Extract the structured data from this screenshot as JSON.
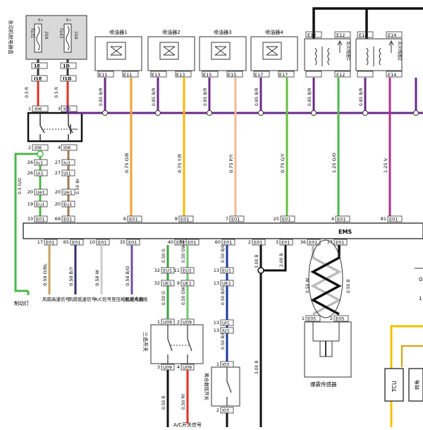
{
  "fuse_box": {
    "label": "发动机舱电器盒",
    "fuses": [
      {
        "top": "B+",
        "name": "Fa31",
        "rating": "20A"
      },
      {
        "top": "B+",
        "name": "Fa43",
        "rating": "10A"
      }
    ]
  },
  "fuse_wires": [
    {
      "top_conn": "1E",
      "conn": "I1E",
      "wire": "0.5 R",
      "color": "#e03020"
    },
    {
      "top_conn": "1D",
      "conn": "I1D",
      "wire": "0.5 R",
      "color": "#e03020"
    }
  ],
  "relay": {
    "top_pins": [
      "I06",
      "I06"
    ],
    "bottom_pins": [
      "I06",
      "I06"
    ],
    "top_nums": [
      "1",
      "3"
    ],
    "bottom_nums": [
      "2",
      "4"
    ]
  },
  "injectors": [
    {
      "label": "喷油器1",
      "pin_a": "E11",
      "pin_b": "E11",
      "wire": "0.75 O/B",
      "wire_color": "#f0a030",
      "ems_pin": "6",
      "ems_conn": "E01"
    },
    {
      "label": "喷油器2",
      "pin_a": "E13",
      "pin_b": "E13",
      "wire": "0.75 Y/R",
      "wire_color": "#f5b800",
      "ems_pin": "8",
      "ems_conn": "E01"
    },
    {
      "label": "喷油器3",
      "pin_a": "E15",
      "pin_b": "E15",
      "wire": "0.75 P/Y",
      "wire_color": "#f3b890",
      "ems_pin": "7",
      "ems_conn": "E01"
    },
    {
      "label": "喷油器4",
      "pin_a": "E17",
      "pin_b": "E17",
      "wire": "0.75 G/Y",
      "wire_color": "#66c040",
      "ems_pin": "25",
      "ems_conn": "E01"
    }
  ],
  "ignition_coils": [
    {
      "label": "点火线圈1",
      "pins": [
        "E12",
        "E12",
        "E12"
      ],
      "wire": "1.25 G/O",
      "wire_color": "#4cb848",
      "ems_pin": "4",
      "ems_conn": "E01"
    },
    {
      "label": "点火线圈2",
      "pins": [
        "E14",
        "E14",
        "E14"
      ],
      "wire": "1.25 V",
      "wire_color": "#b0308a",
      "ems_pin": "81",
      "ems_conn": "E01"
    }
  ],
  "bus_wire": "0.85 B/R",
  "left_chain": [
    {
      "pin": "26",
      "conn": "Iu1",
      "pin2": "27",
      "conn2": "Iu1"
    },
    {
      "pin": "26",
      "conn": "Ui1",
      "pin2": "27",
      "conn2": "Ui1"
    },
    {
      "pin": "20",
      "conn": "Ue1",
      "pin2": "20",
      "conn2": "Ue1"
    },
    {
      "pin": "19",
      "conn": "Eu1",
      "pin2": "20",
      "conn2": "Eu1"
    }
  ],
  "left_wires": {
    "a": "0.5 G/O",
    "b": "0.50 Br"
  },
  "left_ems": [
    {
      "pin": "33",
      "conn": "E01"
    },
    {
      "pin": "69",
      "conn": "E01"
    }
  ],
  "brake_lamp": "制动灯",
  "ems_label": "EMS",
  "bottom_signals": [
    {
      "pin": "17",
      "conn": "E01",
      "wire": "0.50 O/BL",
      "color": "#c8a060",
      "label": "风扇高速信号"
    },
    {
      "pin": "65",
      "conn": "E01",
      "wire": "0.50 B/Y",
      "color": "#303070",
      "label": "风扇低速信号"
    },
    {
      "pin": "10",
      "conn": "E01",
      "wire": "0.50 W",
      "color": "#cccccc",
      "label": "A/C信号至压缩机继电器"
    },
    {
      "pin": "35",
      "conn": "E01",
      "wire": "0.50 B/O",
      "color": "#7050a0",
      "label": "远近光系统"
    }
  ],
  "ac_switch": {
    "top_pins": [
      {
        "pin": "40",
        "conn": "E01"
      },
      {
        "pin": "79",
        "conn": "E01"
      }
    ],
    "wire_top": [
      "0.50 G",
      "0.50 GW"
    ],
    "mid": [
      {
        "pin": "32",
        "conn": "EU1",
        "pin2": "11",
        "conn2": "EU1"
      },
      {
        "pin": "32",
        "conn": "UE1",
        "pin2": "9",
        "conn2": "UE1"
      }
    ],
    "wire_mid": [
      "0.50 G",
      "0.50 GW"
    ],
    "sw_top": [
      {
        "pin": "1",
        "conn": "U09"
      },
      {
        "pin": "2",
        "conn": "U09"
      }
    ],
    "sw_bot": [
      {
        "pin": "3",
        "conn": "U09"
      },
      {
        "pin": "4",
        "conn": "U09"
      }
    ],
    "label": "三态开关",
    "wire_bottom": [
      "0.50 B",
      "0.50 RY"
    ],
    "signal_label": "A/C开关信号"
  },
  "clutch_switch": {
    "top": {
      "pin": "60",
      "conn": "E01"
    },
    "wire": "0.50 B/G",
    "mid": [
      {
        "pin": "13",
        "conn": "EU1"
      },
      {
        "pin": "13",
        "conn": "UE1"
      },
      {
        "pin": "13",
        "conn": "UI1"
      },
      {
        "pin": "13",
        "conn": "IU1"
      }
    ],
    "sw_top": {
      "pin": "1",
      "conn": "I03"
    },
    "sw_bot": {
      "pin": "2",
      "conn": "I03"
    },
    "label": "离合器底开关"
  },
  "ground_pins": [
    {
      "pin": "2",
      "conn": "E01",
      "wire": "3.00 B"
    },
    {
      "pin": "3",
      "conn": "E01",
      "wire": "2.00 B"
    }
  ],
  "knock_sensor": {
    "pins": [
      {
        "pin": "36",
        "conn": "E01"
      },
      {
        "pin": "37",
        "conn": "E01"
      }
    ],
    "wires": [
      "0.50 W",
      "0.50 B"
    ],
    "conns": [
      {
        "pin": "1",
        "conn": "E05"
      },
      {
        "pin": "2",
        "conn": "E05"
      }
    ],
    "label": "爆震传感器"
  },
  "tcu": {
    "label": "TCU",
    "label2": "转角"
  },
  "misc": {
    "right_marks": [
      "O",
      "1"
    ]
  }
}
